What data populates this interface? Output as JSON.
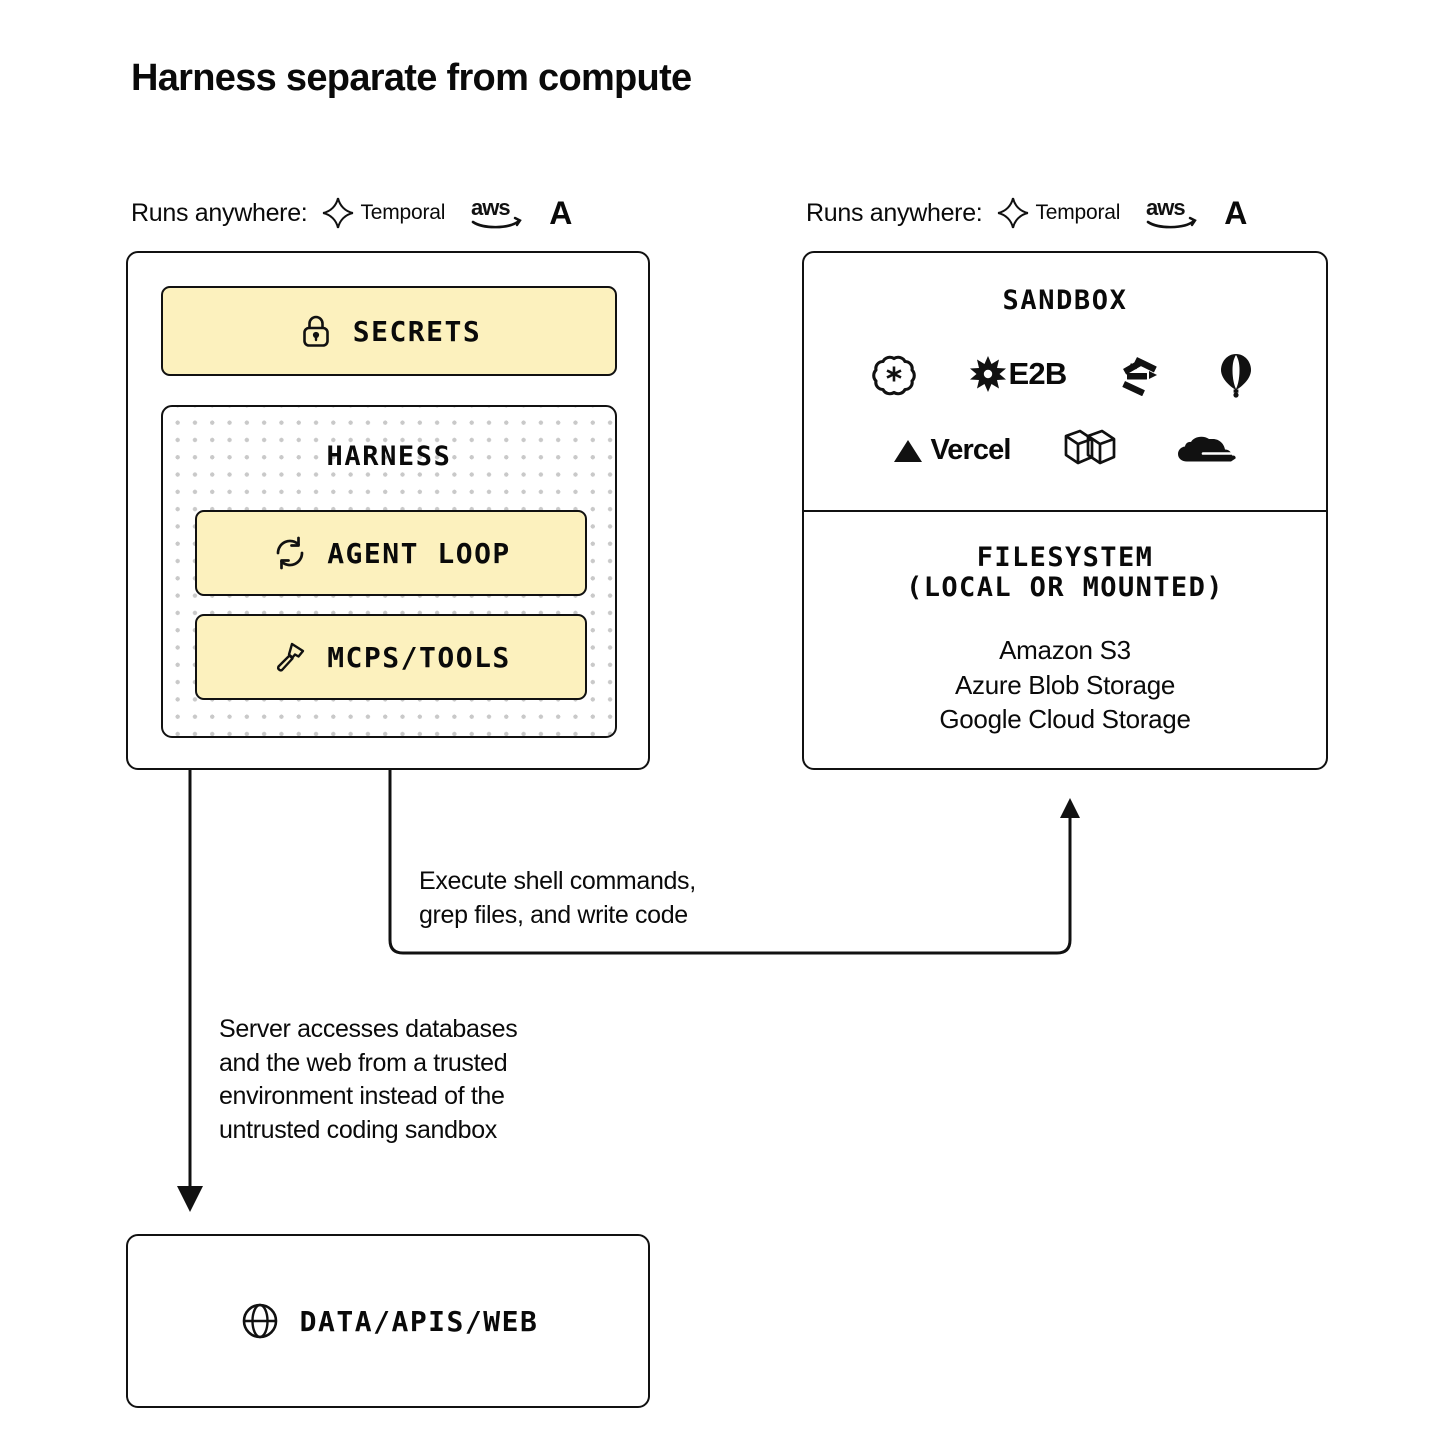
{
  "title": "Harness separate from compute",
  "colors": {
    "accent_yellow": "#FCF1BE",
    "stroke": "#111111",
    "dot_pattern": "#C9C9C9",
    "background": "#FFFFFF"
  },
  "runs_anywhere": {
    "label": "Runs anywhere:",
    "providers": [
      {
        "icon": "temporal-icon",
        "name": "Temporal"
      },
      {
        "icon": "aws-icon",
        "name": "aws"
      },
      {
        "icon": "azure-a-icon",
        "name": "A"
      }
    ]
  },
  "left_column": {
    "secrets": {
      "icon": "lock-icon",
      "label": "SECRETS"
    },
    "harness": {
      "label": "HARNESS",
      "items": [
        {
          "icon": "refresh-loop-icon",
          "label": "AGENT LOOP"
        },
        {
          "icon": "hammer-icon",
          "label": "MCPS/TOOLS"
        }
      ]
    }
  },
  "right_column": {
    "sandbox": {
      "label": "SANDBOX",
      "logos_row_1": [
        {
          "icon": "openai-icon",
          "name": ""
        },
        {
          "icon": "e2b-starburst-icon",
          "name": "E2B"
        },
        {
          "icon": "daytona-arrows-icon",
          "name": ""
        },
        {
          "icon": "fly-balloon-icon",
          "name": ""
        }
      ],
      "logos_row_2": [
        {
          "icon": "vercel-triangle-icon",
          "name": "Vercel"
        },
        {
          "icon": "modal-hexagon-icon",
          "name": ""
        },
        {
          "icon": "cloudflare-cloud-icon",
          "name": ""
        }
      ]
    },
    "filesystem": {
      "title_line_1": "FILESYSTEM",
      "title_line_2": "(LOCAL OR MOUNTED)",
      "providers": [
        "Amazon S3",
        "Azure Blob Storage",
        "Google Cloud Storage"
      ]
    }
  },
  "bottom_box": {
    "icon": "globe-icon",
    "label": "DATA/APIS/WEB"
  },
  "annotations": {
    "sandbox_arrow": {
      "line_1": "Execute shell commands,",
      "line_2": "grep files, and write code"
    },
    "data_arrow": {
      "line_1": "Server accesses databases",
      "line_2": "and the web from a trusted",
      "line_3": "environment instead of the",
      "line_4": "untrusted coding sandbox"
    }
  }
}
